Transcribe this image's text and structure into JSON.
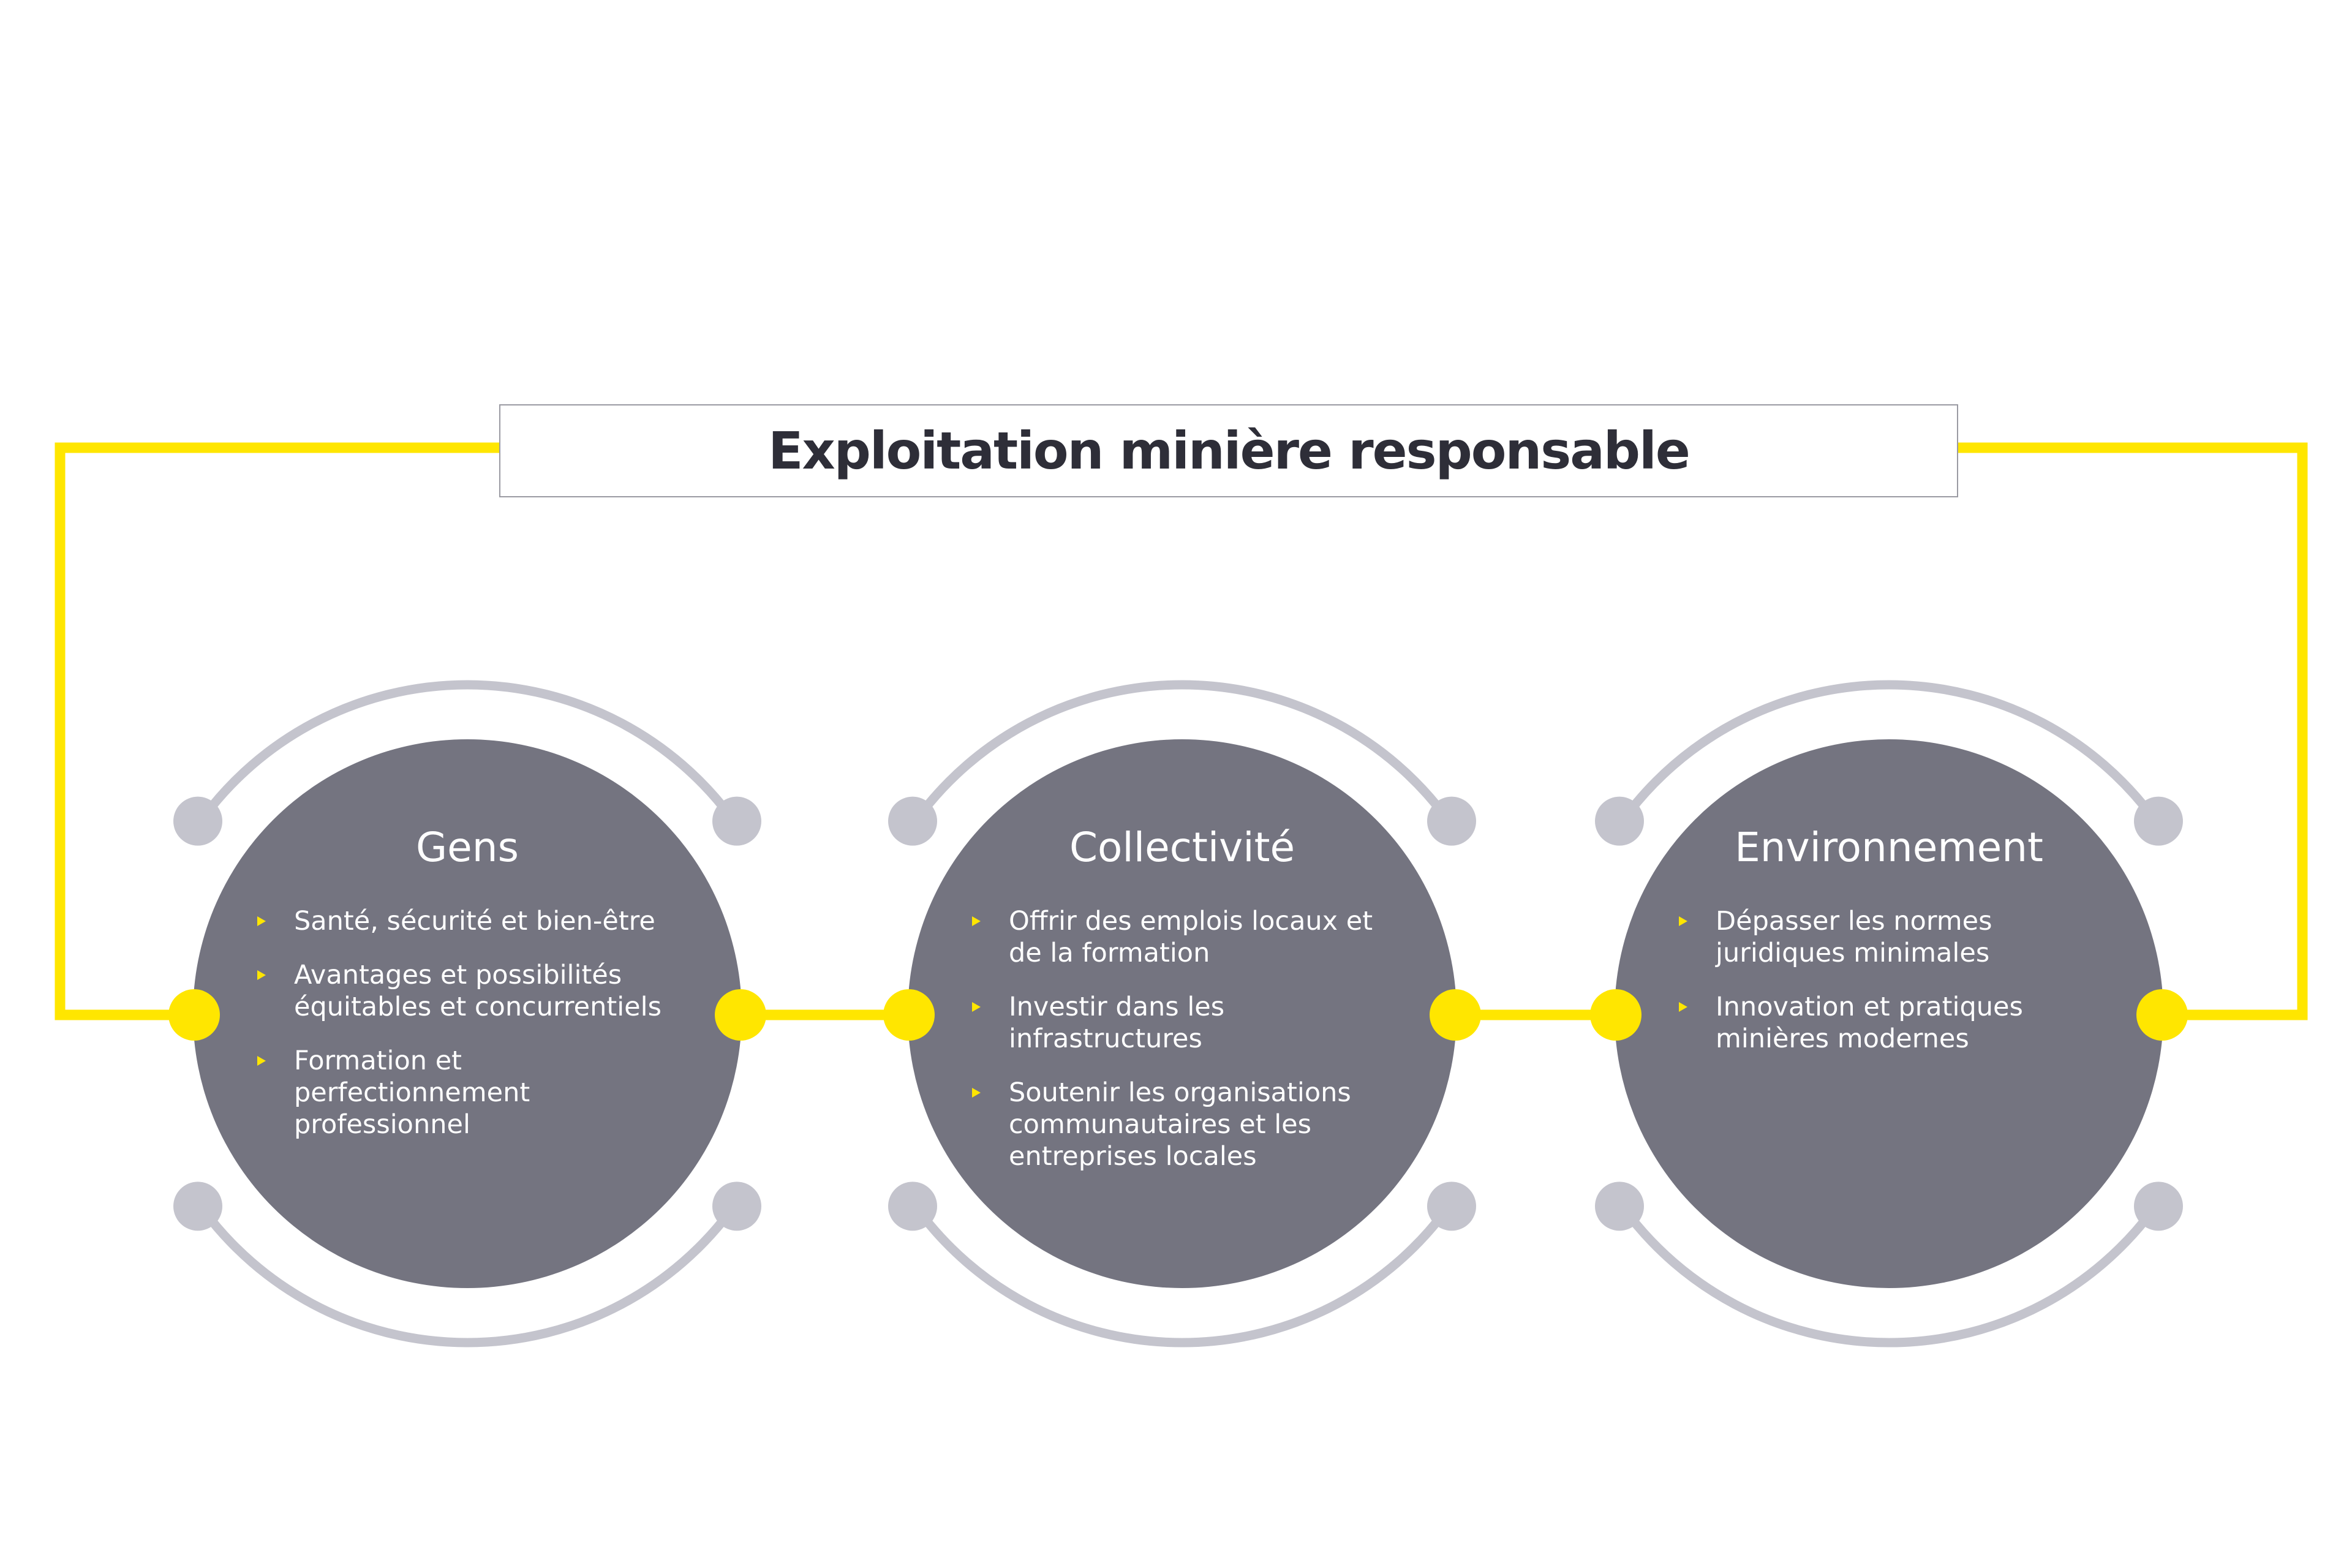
{
  "title": "Exploitation minière responsable",
  "colors": {
    "accent": "#ffe600",
    "circle": "#747480",
    "arc": "#c4c4cd",
    "title_text": "#2e2e38"
  },
  "pillars": [
    {
      "title": "Gens",
      "items": [
        "Santé, sécurité et bien-être",
        "Avantages et possibilités équitables et concurrentiels",
        "Formation et perfectionnement professionnel"
      ]
    },
    {
      "title": "Collectivité",
      "items": [
        "Offrir des emplois locaux et de la formation",
        "Investir dans les infrastructures",
        "Soutenir les organisations communautaires et les entreprises locales"
      ]
    },
    {
      "title": "Environnement",
      "items": [
        "Dépasser les normes juridiques minimales",
        "Innovation et pratiques minières modernes"
      ]
    }
  ]
}
